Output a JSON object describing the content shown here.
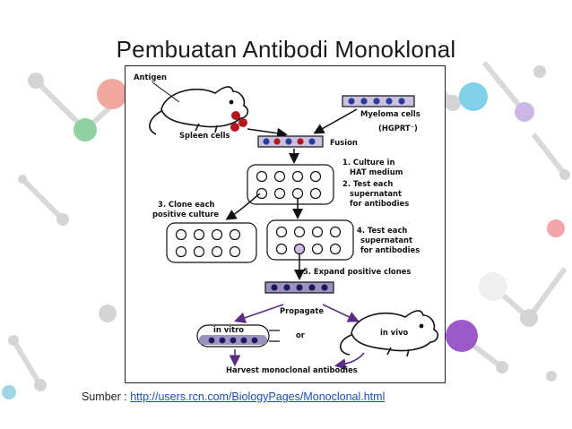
{
  "slide": {
    "title": "Pembuatan Antibodi Monoklonal",
    "source_prefix": "Sumber : ",
    "source_link": "http://users.rcn.com/BiologyPages/Monoclonal.html"
  },
  "diagram": {
    "antigen": "Antigen",
    "spleen_cells": "Spleen cells",
    "myeloma_cells": "Myeloma cells",
    "hgprt": "(HGPRT⁻)",
    "fusion": "Fusion",
    "step1_line1": "1. Culture in",
    "step1_line2": "HAT medium",
    "step2_line1": "2. Test each",
    "step2_line2": "supernatant",
    "step2_line3": "for antibodies",
    "step3_line1": "3. Clone each",
    "step3_line2": "positive culture",
    "step4_line1": "4. Test each",
    "step4_line2": "supernatant",
    "step4_line3": "for antibodies",
    "step5": "5. Expand positive clones",
    "propagate": "Propagate",
    "or": "or",
    "in_vitro": "in vitro",
    "in_vivo": "in vivo",
    "harvest": "Harvest monoclonal antibodies"
  },
  "colors": {
    "red_cell": "#b3171d",
    "blue_cell": "#2b3a9c",
    "navy_cell": "#1c1a5a",
    "tube_fill": "#9c92bf",
    "purple_arrow": "#5a2d82",
    "positive_well": "#cdbde6"
  }
}
